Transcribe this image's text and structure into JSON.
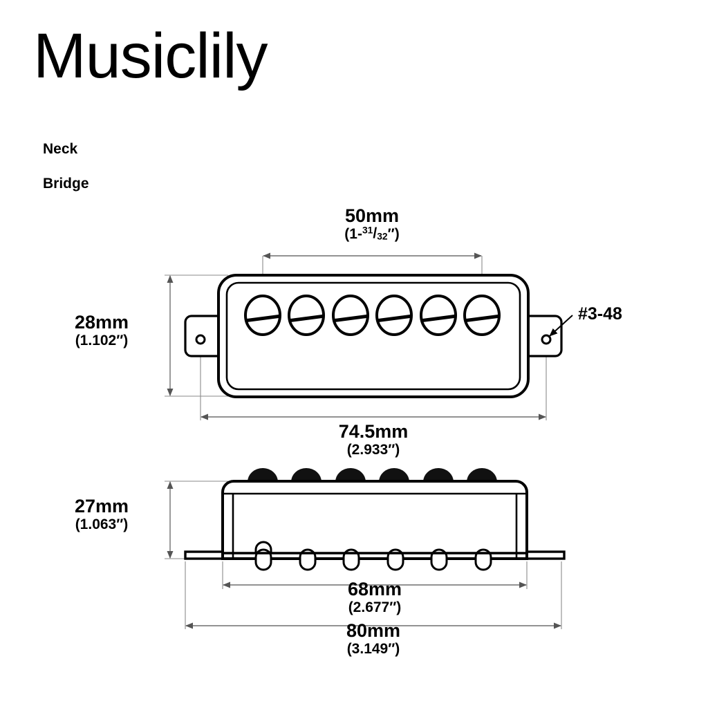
{
  "brand": {
    "name": "Musiclily"
  },
  "position_labels": {
    "neck": "Neck",
    "bridge": "Bridge"
  },
  "views": {
    "top": {
      "name": "top-view",
      "pole_count": 6
    },
    "side": {
      "name": "side-view",
      "pole_count": 6
    }
  },
  "dimensions": {
    "pole_spacing": {
      "mm": "50mm",
      "inch_whole": "(1-",
      "inch_num": "31",
      "inch_sep": "/",
      "inch_den": "32",
      "inch_tail": "″)"
    },
    "height_top_view": {
      "mm": "28mm",
      "inch": "(1.102″)"
    },
    "mount_hole_span": {
      "mm": "74.5mm",
      "inch": "(2.933″)"
    },
    "height_side_view": {
      "mm": "27mm",
      "inch": "(1.063″)"
    },
    "body_width": {
      "mm": "68mm",
      "inch": "(2.677″)"
    },
    "overall_width": {
      "mm": "80mm",
      "inch": "(3.149″)"
    }
  },
  "annotations": {
    "screw_spec": "#3-48"
  },
  "colors": {
    "background": "#ffffff",
    "ink": "#000000",
    "dimension_line": "#7a7a7a",
    "pole_fill": "#ffffff",
    "dome_fill": "#111111"
  }
}
